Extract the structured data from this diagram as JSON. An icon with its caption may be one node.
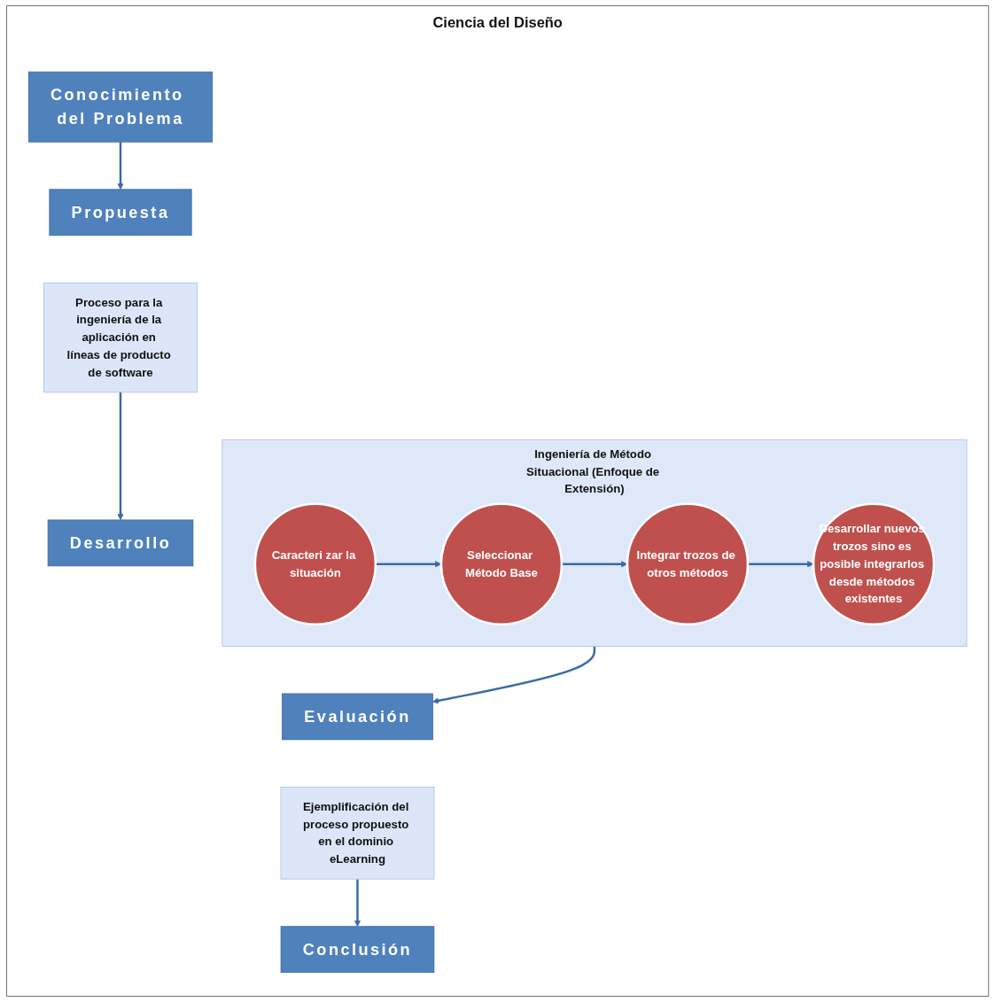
{
  "diagram": {
    "nodes": [
      {
        "text": [
          "Ciencia del Diseño"
        ]
      },
      {
        "text": [
          "Conocimiento del Problema"
        ],
        "in": 0
      },
      {
        "text": [
          "Propuesta"
        ],
        "in": 0
      },
      {
        "text": [
          "Proceso para la ingeniería de la aplicación en líneas de producto de software"
        ],
        "in": 0
      },
      {
        "text": [
          "Desarrollo"
        ],
        "in": 0
      },
      {
        "text": [
          "Ingeniería de Método Situacional (Enfoque de Extensión)"
        ],
        "in": 0
      },
      {
        "text": [
          "Caracteri zar la situación"
        ],
        "in": 5
      },
      {
        "text": [
          "Seleccionar Método Base"
        ],
        "in": 5
      },
      {
        "text": [
          "Integrar trozos de otros métodos"
        ],
        "in": 5
      },
      {
        "text": [
          "Desarrollar nuevos trozos sino es posible integrarlos desde métodos existentes"
        ],
        "in": 5
      },
      {
        "text": [
          "Evaluación"
        ],
        "in": 0
      },
      {
        "text": [
          "Ejemplificación del proceso propuesto en el dominio eLearning"
        ],
        "in": 0
      },
      {
        "text": [
          "Conclusión"
        ],
        "in": 0
      }
    ],
    "edges": [
      {
        "from": 1,
        "to": 2,
        "arrow": "to"
      },
      {
        "from": 3,
        "to": 4,
        "arrow": "to"
      },
      {
        "from": 6,
        "to": 7,
        "arrow": "to"
      },
      {
        "from": 7,
        "to": 8,
        "arrow": "to"
      },
      {
        "from": 8,
        "to": 9,
        "arrow": "to"
      },
      {
        "from": 5,
        "to": 10,
        "arrow": "to"
      },
      {
        "from": 11,
        "to": 12,
        "arrow": "to"
      }
    ]
  }
}
